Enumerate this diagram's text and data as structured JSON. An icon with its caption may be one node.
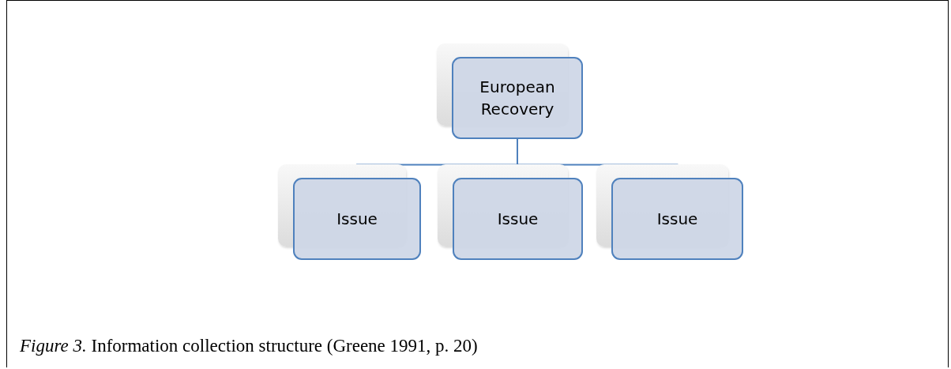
{
  "diagram": {
    "caption": "*Figure 3.* Information collection structure (Greene 1991, p. 20)",
    "nodes": [
      {
        "text": [
          "European Recovery"
        ]
      },
      {
        "text": [
          "Issue"
        ]
      },
      {
        "text": [
          "Issue"
        ]
      },
      {
        "text": [
          "Issue"
        ]
      }
    ],
    "edges": [
      {
        "from": 0,
        "to": 1,
        "arrow": "none"
      },
      {
        "from": 0,
        "to": 2,
        "arrow": "none"
      },
      {
        "from": 0,
        "to": 3,
        "arrow": "none"
      }
    ]
  }
}
